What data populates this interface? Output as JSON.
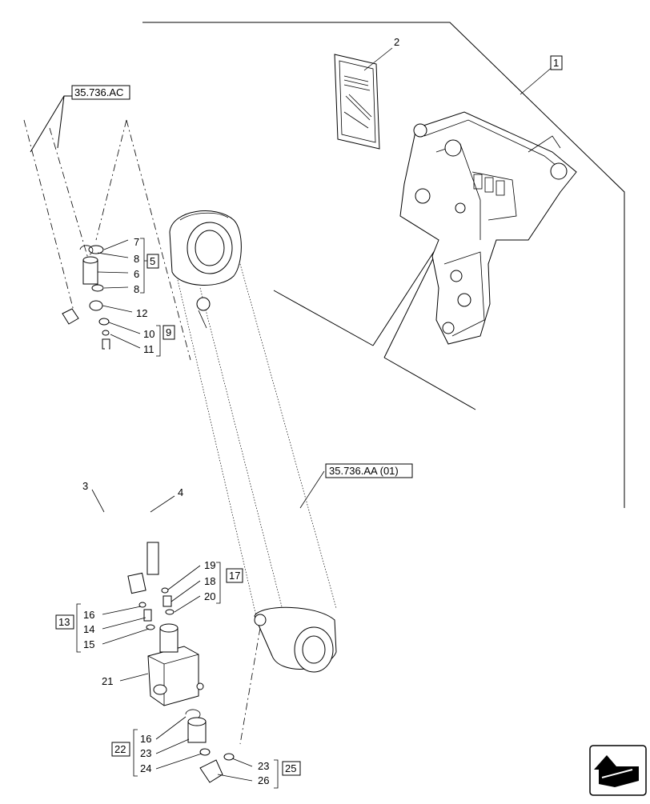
{
  "references": {
    "ref_ac": "35.736.AC",
    "ref_aa": "35.736.AA (01)"
  },
  "item_numbers": {
    "n1": "1",
    "n2": "2",
    "n3": "3",
    "n4": "4",
    "n5": "5",
    "n6": "6",
    "n7": "7",
    "n8a": "8",
    "n8b": "8",
    "n9": "9",
    "n10": "10",
    "n11": "11",
    "n12": "12",
    "n13": "13",
    "n14": "14",
    "n15": "15",
    "n16a": "16",
    "n16b": "16",
    "n17": "17",
    "n18": "18",
    "n19": "19",
    "n20": "20",
    "n21": "21",
    "n22": "22",
    "n23a": "23",
    "n23b": "23",
    "n24": "24",
    "n25": "25",
    "n26": "26"
  },
  "icons": {
    "orientation": "orientation-arrow-icon"
  }
}
